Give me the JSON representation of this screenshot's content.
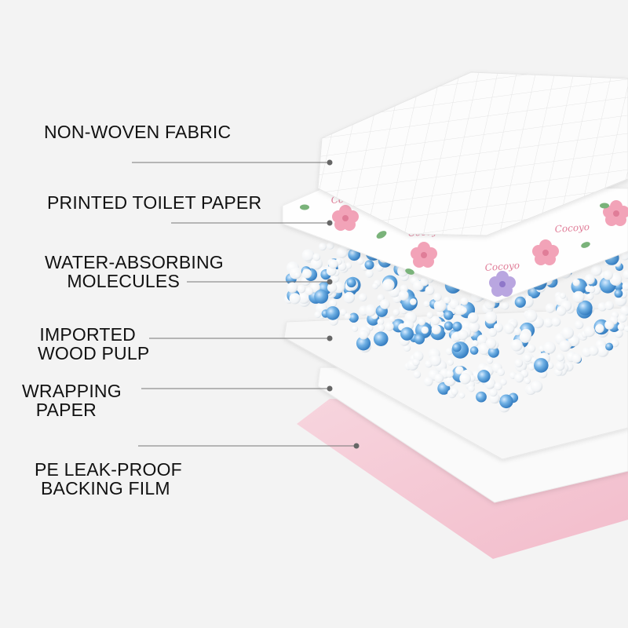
{
  "layers": [
    {
      "id": "nonwoven",
      "lines": [
        "NON-WOVEN FABRIC"
      ]
    },
    {
      "id": "printed",
      "lines": [
        "PRINTED TOILET PAPER"
      ]
    },
    {
      "id": "molecules",
      "lines": [
        "WATER-ABSORBING",
        "MOLECULES"
      ]
    },
    {
      "id": "pulp",
      "lines": [
        "IMPORTED",
        "WOOD PULP"
      ]
    },
    {
      "id": "wrapping",
      "lines": [
        "WRAPPING",
        "PAPER"
      ]
    },
    {
      "id": "backing",
      "lines": [
        "PE LEAK-PROOF",
        "BACKING FILM"
      ]
    }
  ],
  "brand_print": "Cocoyo",
  "colors": {
    "background": "#f3f3f3",
    "label_text": "#111111",
    "leader_line": "#555555",
    "pink_film": "#f4c7d2",
    "bead_blue": "#5fa0d6",
    "bead_white": "#ffffff",
    "flower_pink": "#f2a3b8",
    "flower_purple": "#b9a6e0",
    "leaf_green": "#7ab37a"
  }
}
